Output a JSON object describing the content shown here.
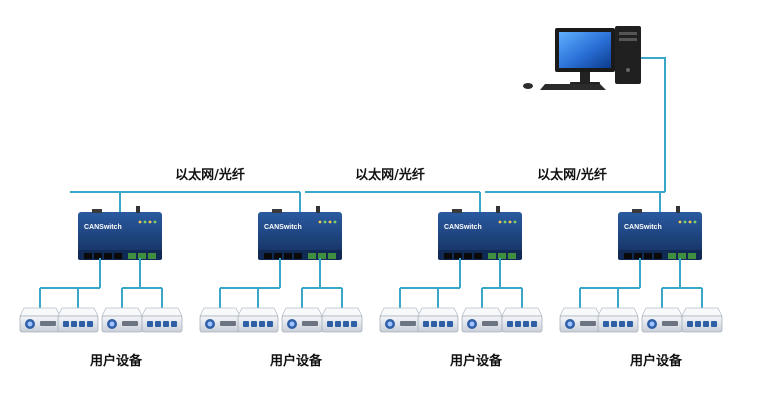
{
  "link_labels": [
    "以太网/光纤",
    "以太网/光纤",
    "以太网/光纤"
  ],
  "device_labels": [
    "用户设备",
    "用户设备",
    "用户设备",
    "用户设备"
  ],
  "switch_brand": "CANSwitch",
  "colors": {
    "link_line": "#3aa6c8",
    "switch_body": "#1b3f7a",
    "switch_dark": "#102a55",
    "device_body": "#e6e9ee",
    "device_blue": "#2f5fa7",
    "monitor_screen": "#2a6fd6"
  }
}
